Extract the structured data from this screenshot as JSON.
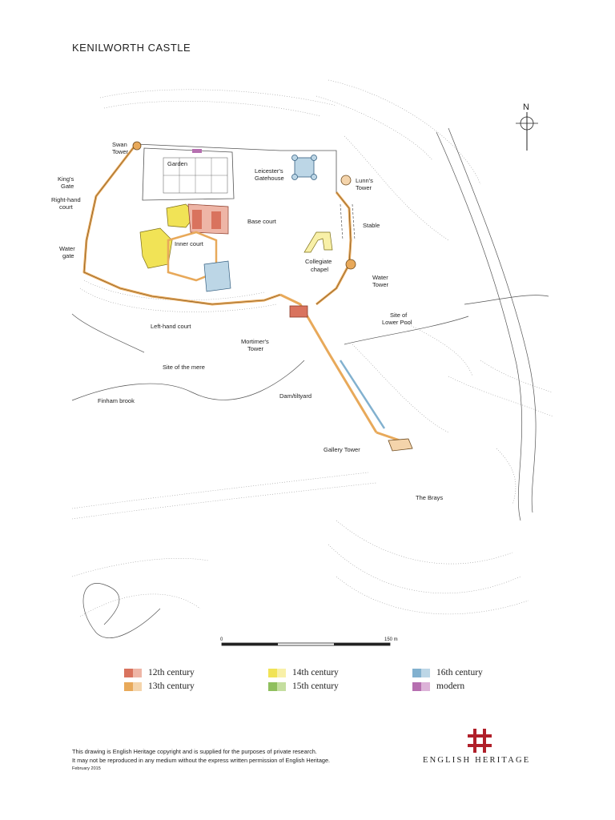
{
  "title": "KENILWORTH CASTLE",
  "north": "N",
  "labels": {
    "swan_tower": [
      "Swan",
      "Tower"
    ],
    "garden": "Garden",
    "leicesters_gatehouse": [
      "Leicester's",
      "Gatehouse"
    ],
    "lunns_tower": [
      "Lunn's",
      "Tower"
    ],
    "kings_gate": [
      "King's",
      "Gate"
    ],
    "right_hand_court": [
      "Right-hand",
      "court"
    ],
    "base_court": "Base court",
    "inner_court": "Inner court",
    "stable": "Stable",
    "water_gate": [
      "Water",
      "gate"
    ],
    "collegiate_chapel": [
      "Collegiate",
      "chapel"
    ],
    "water_tower": [
      "Water",
      "Tower"
    ],
    "left_hand_court": "Left-hand court",
    "site_lower_pool": [
      "Site of",
      "Lower Pool"
    ],
    "mortimers_tower": [
      "Mortimer's",
      "Tower"
    ],
    "site_of_mere": "Site of the mere",
    "finham_brook": "Finham brook",
    "dam_tiltyard": "Dam/tiltyard",
    "gallery_tower": "Gallery Tower",
    "the_brays": "The Brays"
  },
  "scale": {
    "start": "0",
    "end": "150 m"
  },
  "legend": [
    {
      "label": "12th century",
      "c1": "#d9735e",
      "c2": "#eeb5a6"
    },
    {
      "label": "13th century",
      "c1": "#e8a95a",
      "c2": "#f4d4ab"
    },
    {
      "label": "14th century",
      "c1": "#f1e356",
      "c2": "#f8f0a8"
    },
    {
      "label": "15th century",
      "c1": "#8fbf5e",
      "c2": "#c4de9f"
    },
    {
      "label": "16th century",
      "c1": "#82b1cf",
      "c2": "#bcd6e6"
    },
    {
      "label": "modern",
      "c1": "#b66fb0",
      "c2": "#dcb2d8"
    }
  ],
  "footer": {
    "line1": "This drawing is English Heritage copyright and is supplied for the purposes of private research.",
    "line2": "It may not be reproduced in any medium without the express written permission of English Heritage.",
    "date": "February 2015"
  },
  "brand": "ENGLISH HERITAGE"
}
